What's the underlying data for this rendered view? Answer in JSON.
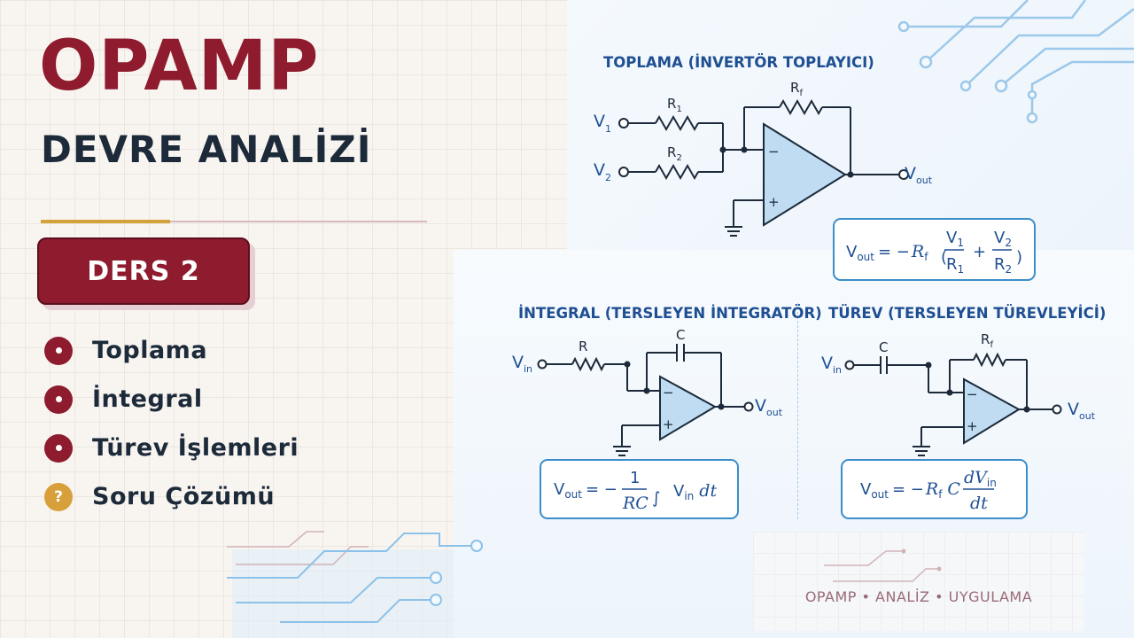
{
  "header": {
    "title": "OPAMP",
    "subtitle": "DEVRE ANALİZİ",
    "lesson": "DERS 2"
  },
  "topics": [
    {
      "label": "Toplama",
      "icon": "dot-bullet-icon"
    },
    {
      "label": "İntegral",
      "icon": "dot-bullet-icon"
    },
    {
      "label": "Türev İşlemleri",
      "icon": "dot-bullet-icon"
    },
    {
      "label": "Soru Çözümü",
      "icon": "question-icon",
      "icon_text": "?"
    }
  ],
  "colors": {
    "accent": "#8e1b2e",
    "navy": "#1c2a3a",
    "gold": "#d4a23a",
    "blue": "#1f4f93"
  },
  "circuits": {
    "summing": {
      "title": "TOPLAMA (İNVERTÖR TOPLAYICI)",
      "input1": "V",
      "input1_sub": "1",
      "input2": "V",
      "input2_sub": "2",
      "r1": "R",
      "r1_sub": "1",
      "r2": "R",
      "r2_sub": "2",
      "rf": "R",
      "rf_sub": "f",
      "minus": "−",
      "plus": "+",
      "output": "V",
      "output_sub": "out",
      "formula": {
        "lhs": "V",
        "lhs_sub": "out",
        "eq": "= −",
        "rf": "R",
        "rf_sub": "f",
        "lparen": "(",
        "rparen": ")",
        "n1": "V",
        "n1_sub": "1",
        "d1": "R",
        "d1_sub": "1",
        "plus": "+",
        "n2": "V",
        "n2_sub": "2",
        "d2": "R",
        "d2_sub": "2"
      }
    },
    "integrator": {
      "title": "İNTEGRAL (TERSLEYEN İNTEGRATÖR)",
      "input": "V",
      "input_sub": "in",
      "r": "R",
      "c": "C",
      "minus": "−",
      "plus": "+",
      "output": "V",
      "output_sub": "out",
      "formula": {
        "lhs": "V",
        "lhs_sub": "out",
        "eq": "= −",
        "num": "1",
        "den": "RC",
        "integral": "∫",
        "vin": "V",
        "vin_sub": "in",
        "dt": "dt"
      }
    },
    "differentiator": {
      "title": "TÜREV (TERSLEYEN TÜREVLEYİCİ)",
      "input": "V",
      "input_sub": "in",
      "c": "C",
      "rf": "R",
      "rf_sub": "f",
      "minus": "−",
      "plus": "+",
      "output": "V",
      "output_sub": "out",
      "formula": {
        "lhs": "V",
        "lhs_sub": "out",
        "eq": "= −",
        "rf": "R",
        "rf_sub": "f",
        "c": "C",
        "num": "dV",
        "num_sub": "in",
        "den": "dt"
      }
    }
  },
  "footer": "OPAMP • ANALİZ • UYGULAMA"
}
